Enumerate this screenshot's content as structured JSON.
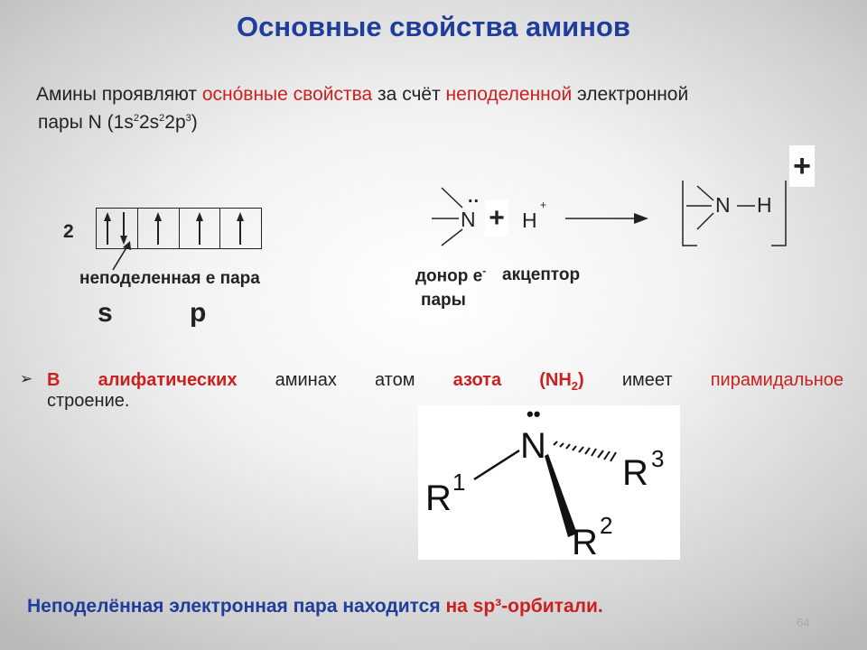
{
  "title": "Основные свойства аминов",
  "intro": {
    "p1": "Амины проявляют ",
    "r1": "осно́вные свойства",
    "p2": " за счёт ",
    "r2": "неподеленной",
    "p3": " электронной",
    "line2_a": "пары N (1s",
    "sup1": "2",
    "mid1": "2s",
    "sup2": "2",
    "mid2": "2p",
    "sup3": "3",
    "end": ")"
  },
  "orbital": {
    "level": "2",
    "lone_pair_label": "неподеленная е пара",
    "s_label": "s",
    "p_label": "p"
  },
  "reaction": {
    "dots": "..",
    "n_symbol": "N",
    "plus": "+",
    "h_symbol": "H",
    "h_charge": "+",
    "donor_label": "донор е",
    "donor_sup": "-",
    "acceptor_label": "акцептор",
    "pairs_label": "пары",
    "product_n": "N",
    "product_h": "H",
    "product_charge": "+"
  },
  "bullet": {
    "b1": "В алифатических",
    "b2": " аминах атом ",
    "b3": "азота (NH",
    "b3sub": "2",
    "b4": ")",
    "b5": " имеет ",
    "b6": "пирамидальное",
    "line2": "строение."
  },
  "molecule": {
    "n": "N",
    "dots": "••",
    "r1": "R",
    "r1sup": "1",
    "r2": "R",
    "r2sup": "2",
    "r3": "R",
    "r3sup": "3"
  },
  "footer": {
    "text": "Неподелённая электронная пара находится ",
    "red": "на sp³-орбитали."
  },
  "page_number": "64"
}
